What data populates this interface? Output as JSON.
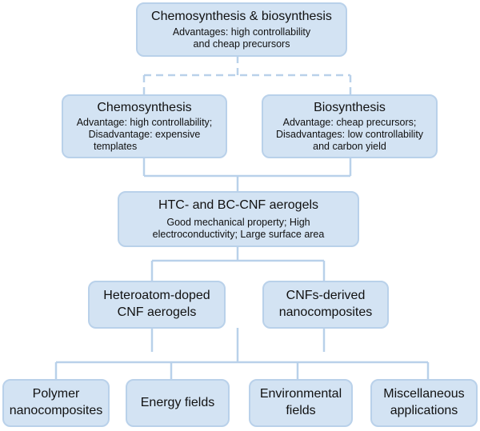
{
  "top": {
    "title": "Chemosynthesis & biosynthesis",
    "line1": "Advantages: high controllability",
    "line2": "and cheap precursors"
  },
  "chemo": {
    "title": "Chemosynthesis",
    "line1": "Advantage: high controllability;",
    "line2": "Disadvantage: expensive",
    "line3": "templates"
  },
  "bio": {
    "title": "Biosynthesis",
    "line1": "Advantage: cheap precursors;",
    "line2": "Disadvantages: low controllability",
    "line3": "and carbon yield"
  },
  "aerogels": {
    "title": "HTC- and BC-CNF aerogels",
    "line1": "Good  mechanical property; High",
    "line2": "electroconductivity; Large surface area"
  },
  "doped": {
    "line1": "Heteroatom-doped",
    "line2": "CNF aerogels"
  },
  "derived": {
    "line1": "CNFs-derived",
    "line2": "nanocomposites"
  },
  "apps": [
    {
      "line1": "Polymer",
      "line2": "nanocomposites"
    },
    {
      "line1": "Energy fields",
      "line2": ""
    },
    {
      "line1": "Environmental",
      "line2": "fields"
    },
    {
      "line1": "Miscellaneous",
      "line2": "applications"
    }
  ]
}
